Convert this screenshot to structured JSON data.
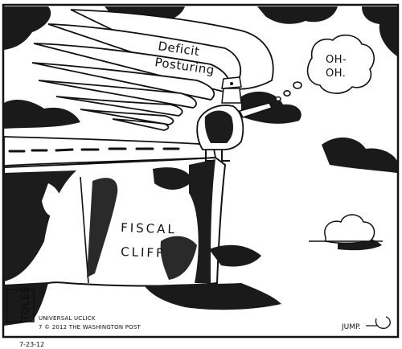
{
  "cartoon": {
    "wing_label_line1": "Deficit",
    "wing_label_line2": "Posturing",
    "thought_line1": "OH-",
    "thought_line2": "OH.",
    "cliff_label_line1": "FISCAL",
    "cliff_label_line2": "CLIFF",
    "signature": "TOLES",
    "syndicate": "UNIVERSAL UCLICK",
    "copyright": "7 © 2012 THE WASHINGTON POST",
    "date": "7-23-12",
    "caption_jump": "JUMP."
  }
}
